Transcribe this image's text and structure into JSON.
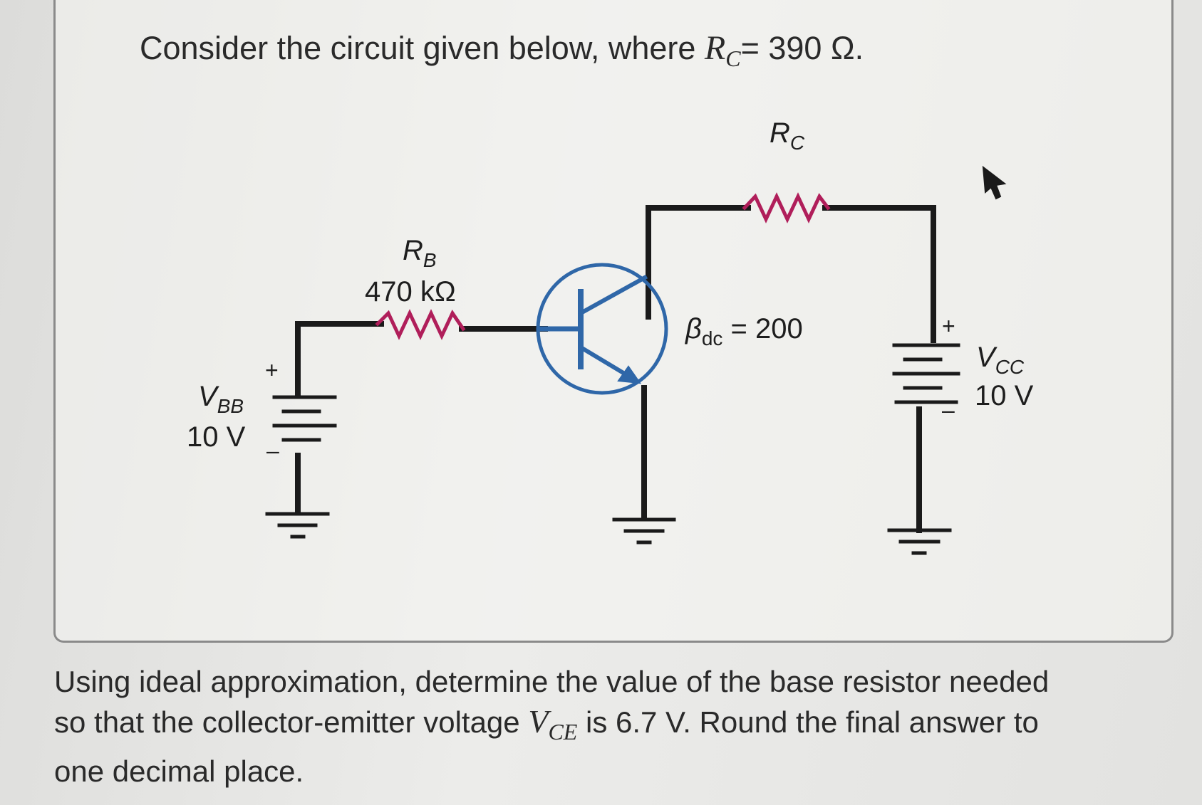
{
  "intro": {
    "prefix": "Consider the circuit given below, where ",
    "var": "R",
    "var_sub": "C",
    "suffix": "= 390 Ω."
  },
  "diagram": {
    "rc_label": "R",
    "rc_sub": "C",
    "rb_label": "R",
    "rb_sub": "B",
    "rb_value": "470 kΩ",
    "beta_label": "β",
    "beta_sub": "dc",
    "beta_value": " = 200",
    "vbb_label": "V",
    "vbb_sub": "BB",
    "vbb_value": "10 V",
    "vcc_label": "V",
    "vcc_sub": "CC",
    "vcc_value": "10 V",
    "plus": "+",
    "minus": "–",
    "colors": {
      "wire": "#1a1a1a",
      "resistor": "#b01e5a",
      "transistor": "#2f67a8"
    }
  },
  "question": {
    "line1": "Using ideal approximation, determine the value of the base resistor needed",
    "line2_a": "so that the collector-emitter voltage ",
    "var": "V",
    "var_sub": "CE",
    "line2_b": " is 6.7 V. Round the final answer to",
    "line3": "one decimal place."
  }
}
